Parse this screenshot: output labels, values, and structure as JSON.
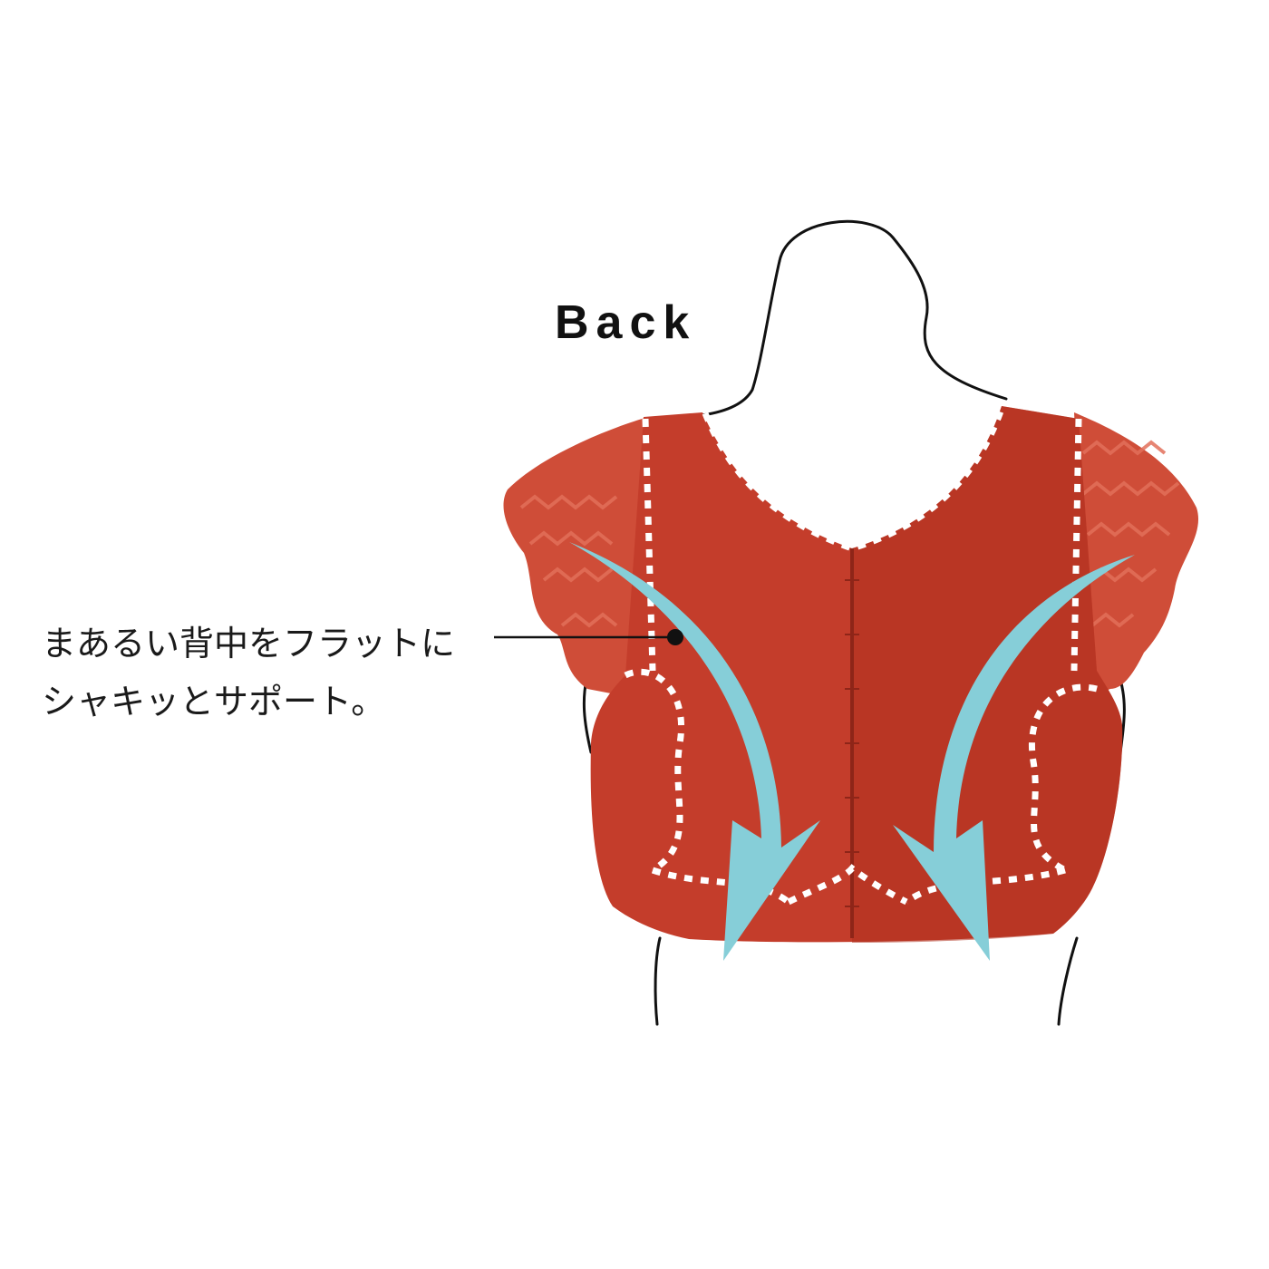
{
  "title": "Back",
  "caption": {
    "line1": "まあるい背中をフラットに",
    "line2": "シャキッとサポート。"
  },
  "colors": {
    "garment": "#c43d2b",
    "garment_dark": "#a93021",
    "lace": "#d2513d",
    "arrow": "#86ced8",
    "outline": "#111111",
    "stitch": "#ffffff"
  },
  "icons": [
    "mannequin-outline",
    "support-arrow-left",
    "support-arrow-right",
    "callout-dot"
  ]
}
